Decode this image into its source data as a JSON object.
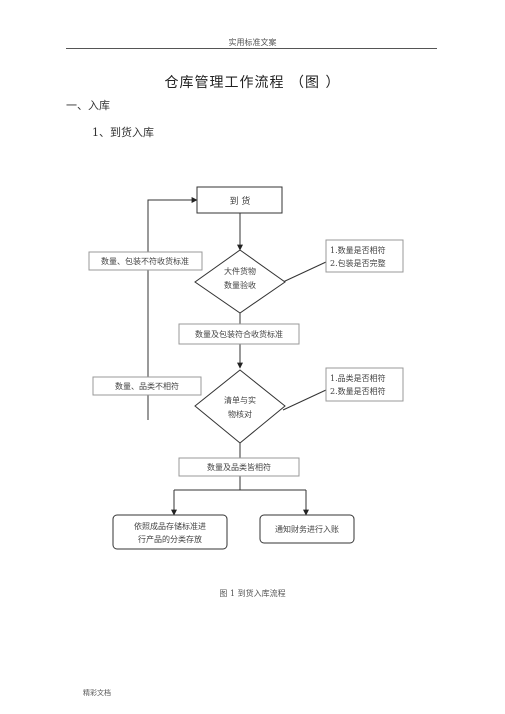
{
  "header": {
    "text": "实用标准文案"
  },
  "title": "仓库管理工作流程 （图 ）",
  "section1": "一、入库",
  "section2": "1、到货入库",
  "flow": {
    "start": "到 货",
    "decision1": [
      "大件货物",
      "数量验收"
    ],
    "fail1": "数量、包装不符收货标准",
    "check1": [
      "1.数量是否相符",
      "2.包装是否完整"
    ],
    "pass1": "数量及包装符合收货标准",
    "fail2": "数量、品类不相符",
    "decision2": [
      "清单与实",
      "物核对"
    ],
    "check2": [
      "1.品类是否相符",
      "2.数量是否相符"
    ],
    "pass2": "数量及品类皆相符",
    "result_left": [
      "依照成品存储标准进",
      "行产品的分类存放"
    ],
    "result_right": "通知财务进行入账"
  },
  "caption": "图 1 到货入库流程",
  "footer": "精彩文档"
}
